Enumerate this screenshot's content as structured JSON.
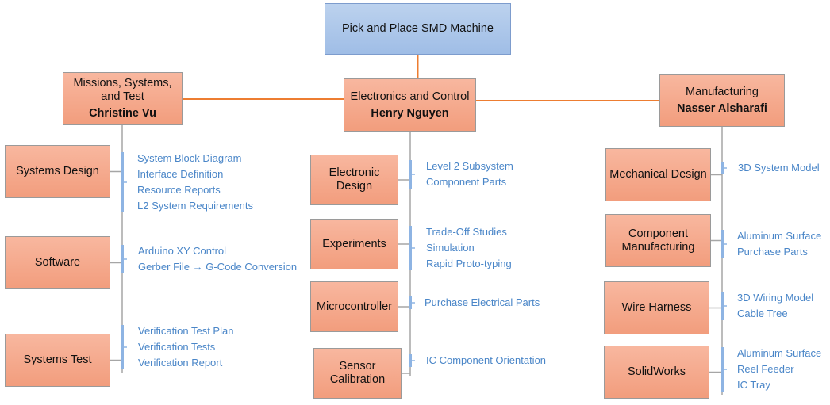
{
  "root": {
    "title": "Pick and Place SMD Machine"
  },
  "branches": [
    {
      "id": "missions",
      "title": "Missions, Systems, and Test",
      "lead": "Christine Vu",
      "subteams": [
        {
          "id": "systems-design",
          "title": "Systems Design",
          "tasks": [
            "System Block Diagram",
            "Interface Definition",
            "Resource Reports",
            "L2 System Requirements"
          ]
        },
        {
          "id": "software",
          "title": "Software",
          "tasks": [
            "Arduino XY Control",
            "Gerber File → G-Code Conversion"
          ]
        },
        {
          "id": "systems-test",
          "title": "Systems Test",
          "tasks": [
            "Verification Test Plan",
            "Verification Tests",
            "Verification Report"
          ]
        }
      ]
    },
    {
      "id": "electronics",
      "title": "Electronics and Control",
      "lead": "Henry Nguyen",
      "subteams": [
        {
          "id": "electronic-design",
          "title": "Electronic Design",
          "tasks": [
            "Level 2 Subsystem",
            "Component Parts"
          ]
        },
        {
          "id": "experiments",
          "title": "Experiments",
          "tasks": [
            "Trade-Off Studies",
            "Simulation",
            "Rapid Proto-typing"
          ]
        },
        {
          "id": "microcontroller",
          "title": "Microcontroller",
          "tasks": [
            "Purchase Electrical Parts"
          ]
        },
        {
          "id": "sensor-calibration",
          "title": "Sensor Calibration",
          "tasks": [
            "IC Component Orientation"
          ]
        }
      ]
    },
    {
      "id": "manufacturing",
      "title": "Manufacturing",
      "lead": "Nasser Alsharafi",
      "subteams": [
        {
          "id": "mechanical-design",
          "title": "Mechanical Design",
          "tasks": [
            "3D System Model"
          ]
        },
        {
          "id": "component-manufacturing",
          "title": "Component Manufacturing",
          "tasks": [
            "Aluminum Surface",
            "Purchase Parts"
          ]
        },
        {
          "id": "wire-harness",
          "title": "Wire Harness",
          "tasks": [
            "3D Wiring Model",
            "Cable Tree"
          ]
        },
        {
          "id": "solidworks",
          "title": "SolidWorks",
          "tasks": [
            "Aluminum Surface",
            "Reel Feeder",
            "IC Tray"
          ]
        }
      ]
    }
  ],
  "colors": {
    "root_fill": "#a9c4e9",
    "node_fill": "#f4a583",
    "connector_main": "#ed7d31",
    "connector_sub": "#a6a6a6",
    "task_bracket": "#8eb4e3",
    "task_text": "#4a86c8"
  }
}
